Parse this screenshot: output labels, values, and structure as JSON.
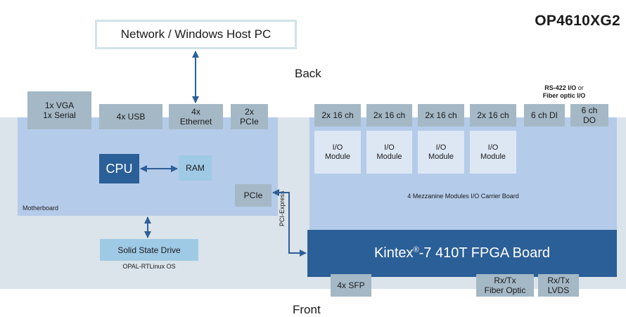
{
  "title": "OP4610XG2",
  "labels": {
    "back": "Back",
    "front": "Front",
    "motherboard": "Motherboard",
    "pci_express": "PCI-Express"
  },
  "host": {
    "label": "Network / Windows Host PC"
  },
  "back_ports": {
    "vga_serial": [
      "1x VGA",
      "1x Serial"
    ],
    "usb": "4x USB",
    "ethernet": [
      "4x",
      "Ethernet"
    ],
    "pcie": [
      "2x",
      "PCIe"
    ]
  },
  "motherboard": {
    "cpu": "CPU",
    "ram": "RAM",
    "pcie": "PCIe"
  },
  "storage": {
    "ssd": "Solid State Drive",
    "os": "OPAL-RTLinux OS"
  },
  "carrier": {
    "channel_ports": [
      "2x 16 ch",
      "2x 16 ch",
      "2x 16 ch",
      "2x 16 ch"
    ],
    "di": "6 ch DI",
    "do": [
      "6 ch",
      "DO"
    ],
    "io_module": [
      "I/O",
      "Module"
    ],
    "label": "4 Mezzanine Modules I/O Carrier Board",
    "rs422_note_bold": "RS-422 I/O",
    "rs422_note_or": " or",
    "rs422_note_line2": "Fiber optic I/O"
  },
  "fpga": {
    "name": "Kintex",
    "reg": "®",
    "rest": "-7 410T FPGA Board"
  },
  "front_ports": {
    "sfp": "4x SFP",
    "fiber": [
      "Rx/Tx",
      "Fiber Optic"
    ],
    "lvds": [
      "Rx/Tx",
      "LVDS"
    ]
  },
  "colors": {
    "chassis": "#dbe4ea",
    "board": "#b4cbe9",
    "port": "#a4b8c6",
    "cpu": "#2a5f97",
    "ram": "#9fcae6",
    "io_module": "#dde7f4",
    "arrow": "#2f5f97"
  }
}
